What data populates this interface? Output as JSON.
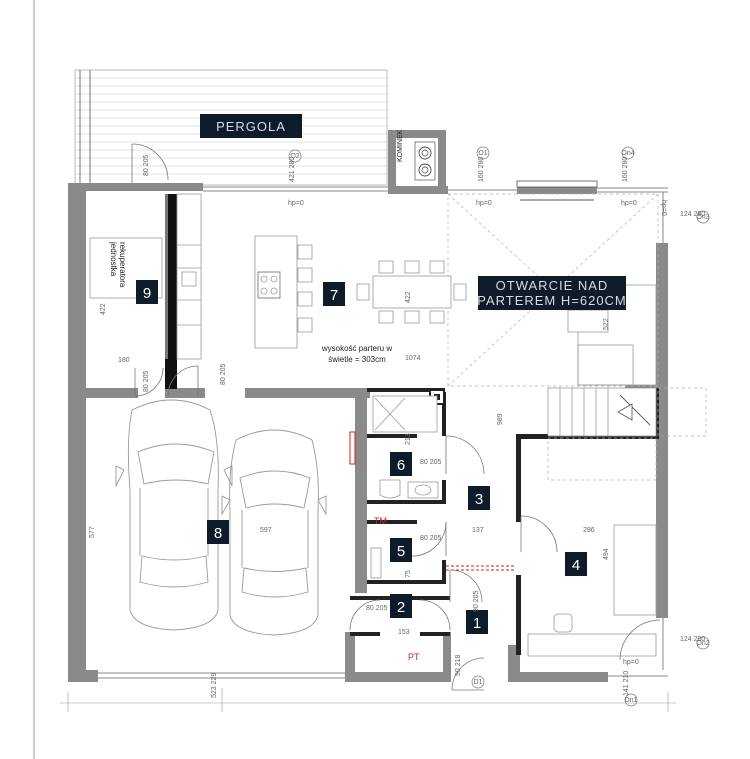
{
  "title": "",
  "pergola_label": "PERGOLA",
  "fireplace_label": "KOMINEK",
  "opening_label_1": "OTWARCIE NAD",
  "opening_label_2": "PARTEREM H=620CM",
  "room_numbers": [
    "1",
    "2",
    "3",
    "4",
    "5",
    "6",
    "7",
    "8",
    "9"
  ],
  "recuperator_label_1": "jednostka",
  "recuperator_label_2": "rekuperatora",
  "ceiling_note_1": "wysokość parteru w",
  "ceiling_note_2": "świetle = 303cm",
  "tm_label": "TM",
  "pt_label": "PT",
  "window_tags": [
    "O2",
    "O1",
    "On4",
    "On3",
    "On2",
    "D1",
    "Dn1"
  ],
  "level_marks": [
    "hp=0",
    "hp=0",
    "hp=0",
    "hp=0",
    "hp=0"
  ],
  "dimensions": [
    "80 205",
    "421 280",
    "160 280",
    "160 280",
    "124 280",
    "124 280",
    "80 205",
    "80 205",
    "80 205",
    "80 205",
    "80 205",
    "90 205",
    "90 218",
    "141 210",
    "523 229"
  ],
  "room_dims": [
    "422",
    "422",
    "522",
    "1074",
    "180",
    "577",
    "597",
    "989",
    "137",
    "296",
    "494",
    "213",
    "75",
    "153"
  ],
  "colors": {
    "badge": "#0d1b2a",
    "wall": "#8a8a8a",
    "accent_red": "#cc2222"
  }
}
